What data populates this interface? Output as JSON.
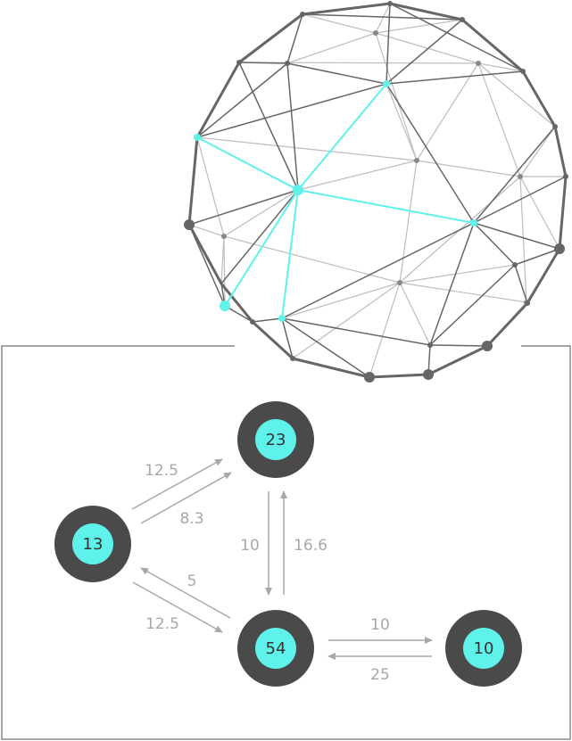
{
  "colors": {
    "accent": "#5ef2ea",
    "node_outer": "#4a4a4a",
    "wire_dark": "#666666",
    "wire_light": "#bdbdbd",
    "arrow": "#a8a8a8",
    "frame": "#888888"
  },
  "nodes": [
    {
      "id": "n13",
      "label": "13"
    },
    {
      "id": "n23",
      "label": "23"
    },
    {
      "id": "n54",
      "label": "54"
    },
    {
      "id": "n10",
      "label": "10"
    }
  ],
  "edges": [
    {
      "id": "e13-23-a",
      "from": "n13",
      "to": "n23",
      "label": "12.5"
    },
    {
      "id": "e13-23-b",
      "from": "n13",
      "to": "n23",
      "label": "8.3"
    },
    {
      "id": "e23-54",
      "from": "n23",
      "to": "n54",
      "label": "10"
    },
    {
      "id": "e54-23",
      "from": "n54",
      "to": "n23",
      "label": "16.6"
    },
    {
      "id": "e54-13",
      "from": "n54",
      "to": "n13",
      "label": "5"
    },
    {
      "id": "e13-54",
      "from": "n13",
      "to": "n54",
      "label": "12.5"
    },
    {
      "id": "e54-10",
      "from": "n54",
      "to": "n10",
      "label": "10"
    },
    {
      "id": "e10-54",
      "from": "n10",
      "to": "n54",
      "label": "25"
    }
  ]
}
